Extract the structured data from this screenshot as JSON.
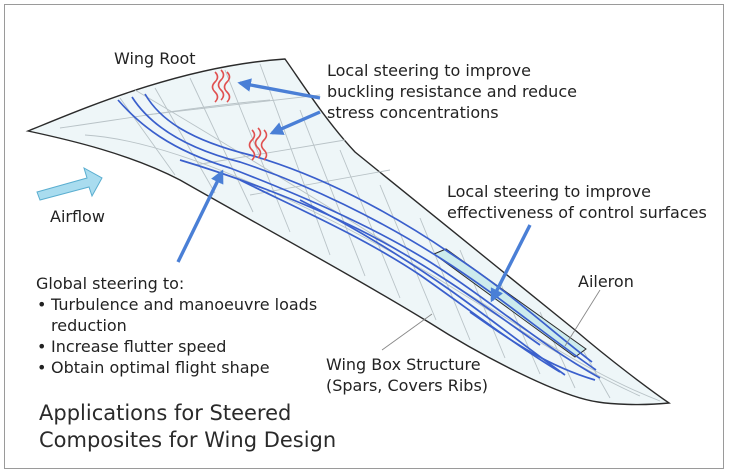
{
  "labels": {
    "wing_root": "Wing Root",
    "airflow": "Airflow",
    "aileron": "Aileron",
    "local_buckling": [
      "Local steering to improve",
      "buckling resistance and reduce",
      "stress concentrations"
    ],
    "local_control": [
      "Local steering to improve",
      "effectiveness of control surfaces"
    ],
    "wing_box": [
      "Wing Box Structure",
      "(Spars, Covers Ribs)"
    ]
  },
  "global_steering": {
    "heading": "Global steering to:",
    "bullet": "•",
    "items": [
      [
        "Turbulence and manoeuvre loads",
        "reduction"
      ],
      [
        "Increase flutter speed"
      ],
      [
        "Obtain optimal flight shape"
      ]
    ]
  },
  "title": [
    "Applications for Steered",
    "Composites for Wing Design"
  ],
  "colors": {
    "arrow": "#4a7fd6",
    "fiber": "#3a5fcc",
    "wing_fill": "#eef6f8",
    "wing_outline": "#2b2b2b",
    "airflow": "#a9dcef",
    "aileron": "#cdebed",
    "heat": "#e05050"
  }
}
